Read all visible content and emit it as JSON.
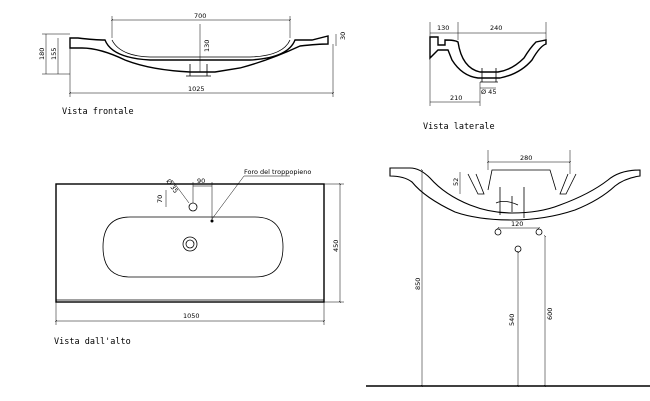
{
  "views": {
    "front": {
      "label": "Vista frontale",
      "dim_basin_width": "700",
      "dim_total_width": "1025",
      "dim_height_left_outer": "180",
      "dim_height_left_inner": "155",
      "dim_basin_depth": "130",
      "dim_rim_right": "30"
    },
    "side": {
      "label": "Vista laterale",
      "dim_top_left": "130",
      "dim_top_right": "240",
      "dim_bottom": "210",
      "dim_diameter": "Ø 45"
    },
    "top": {
      "label": "Vista dall'alto",
      "overflow_label": "Foro del troppopieno",
      "dim_hole_diameter": "Ø 35",
      "dim_hole_y": "70",
      "dim_hole_x": "90",
      "dim_depth": "450",
      "dim_width": "1050"
    },
    "install": {
      "dim_bracket_width": "280",
      "dim_bracket_height": "52",
      "dim_fix_spacing": "120",
      "dim_total_height": "850",
      "dim_left_height": "540",
      "dim_right_height": "600"
    }
  }
}
